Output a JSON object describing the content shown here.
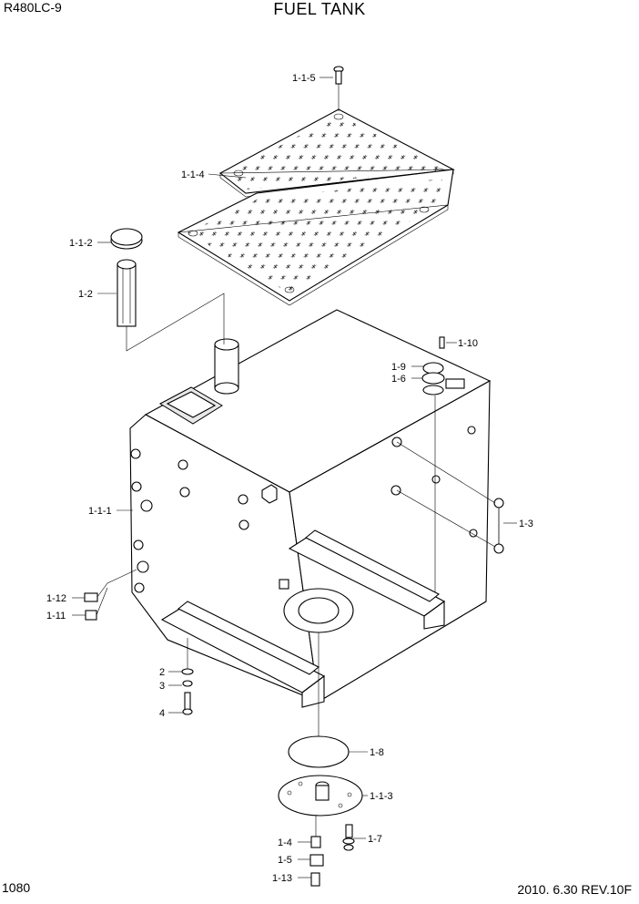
{
  "header": {
    "model": "R480LC-9",
    "title": "FUEL TANK"
  },
  "footer": {
    "page": "1080",
    "revision": "2010. 6.30  REV.10F"
  },
  "callouts": [
    "1-1-5",
    "1-1-4",
    "1-1-2",
    "1-2",
    "1-10",
    "1-9",
    "1-6",
    "1-1-1",
    "1-3",
    "1-12",
    "1-11",
    "2",
    "3",
    "4",
    "1-8",
    "1-1-3",
    "1-4",
    "1-7",
    "1-5",
    "1-13"
  ]
}
